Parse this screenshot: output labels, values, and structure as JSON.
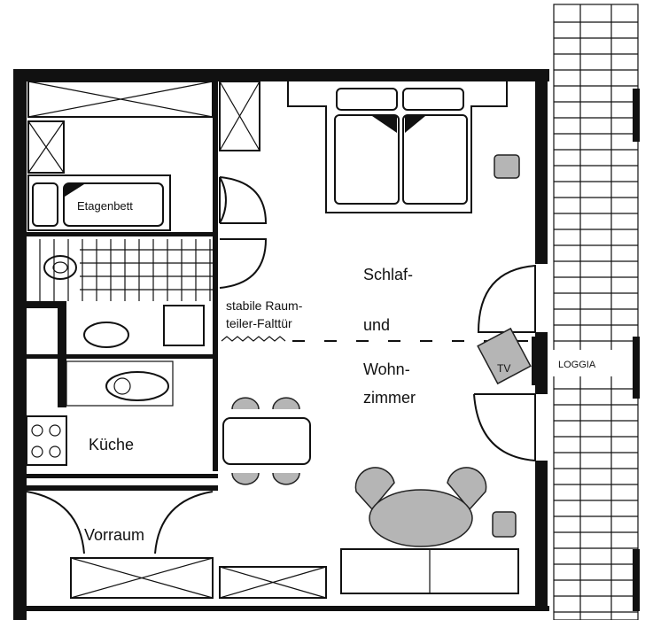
{
  "title": "Floor plan",
  "rooms": {
    "bunk_bed": "Etagenbett",
    "divider_line1": "stabile Raum-",
    "divider_line2": "teiler-Falttür",
    "living_line1": "Schlaf-",
    "living_line2": "und",
    "living_line3": "Wohn-",
    "living_line4": "zimmer",
    "tv": "TV",
    "loggia": "LOGGIA",
    "kitchen": "Küche",
    "hall": "Vorraum"
  },
  "colors": {
    "wall": "#111111",
    "furniture_fill": "#b5b5b5",
    "background": "#ffffff"
  }
}
